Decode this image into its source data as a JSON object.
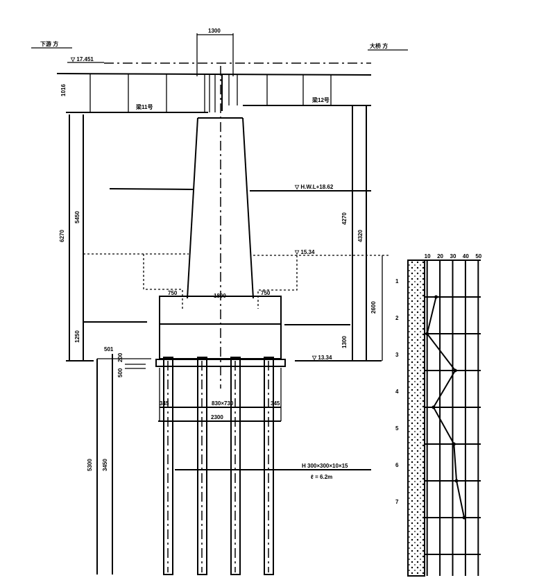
{
  "labels": {
    "left_side": "下游 方",
    "right_side": "大桥 方",
    "top_width": "1300",
    "top_elev": "▽ 17.451",
    "beam_height": "1016",
    "left_beam": "梁11号",
    "right_beam": "梁12号",
    "hwl": "▽ H.W.L+18.62",
    "mid_elev": "▽ 15.34",
    "bottom_elev": "▽ 13.34",
    "dim_left_outer": "6270",
    "dim_left_inner": "5450",
    "dim_right_inner": "4270",
    "dim_right_outer": "4320",
    "dim_right_low": "2600",
    "dim_left_bottom": "1250",
    "dim_right_bottom": "1300",
    "step_left": "750",
    "step_mid": "1800",
    "step_right": "750",
    "pile_spacing": "830×730",
    "pile_left": "345",
    "pile_right": "345",
    "footing_width": "2300",
    "pile_top_small_a": "501",
    "pile_top_small_b": "200",
    "pile_top_small_c": "500",
    "pile_len_outer": "5300",
    "pile_len_inner": "3450",
    "pile_spec": "H 300×300×10×15",
    "pile_length": "ℓ = 6.2m",
    "chart_ticks": [
      "10",
      "20",
      "30",
      "40",
      "50"
    ],
    "chart_depths": [
      "1",
      "2",
      "3",
      "4",
      "5",
      "6",
      "7"
    ]
  },
  "chart_data": {
    "type": "line",
    "title": "",
    "xlabel": "",
    "ylabel": "",
    "x_ticks": [
      10,
      20,
      30,
      40,
      50
    ],
    "y_depth_m": [
      1,
      2,
      3,
      4,
      5,
      6,
      7
    ],
    "values": [
      17,
      10,
      32,
      15,
      31,
      33,
      39
    ],
    "xlim": [
      8,
      52
    ],
    "grid": true
  }
}
